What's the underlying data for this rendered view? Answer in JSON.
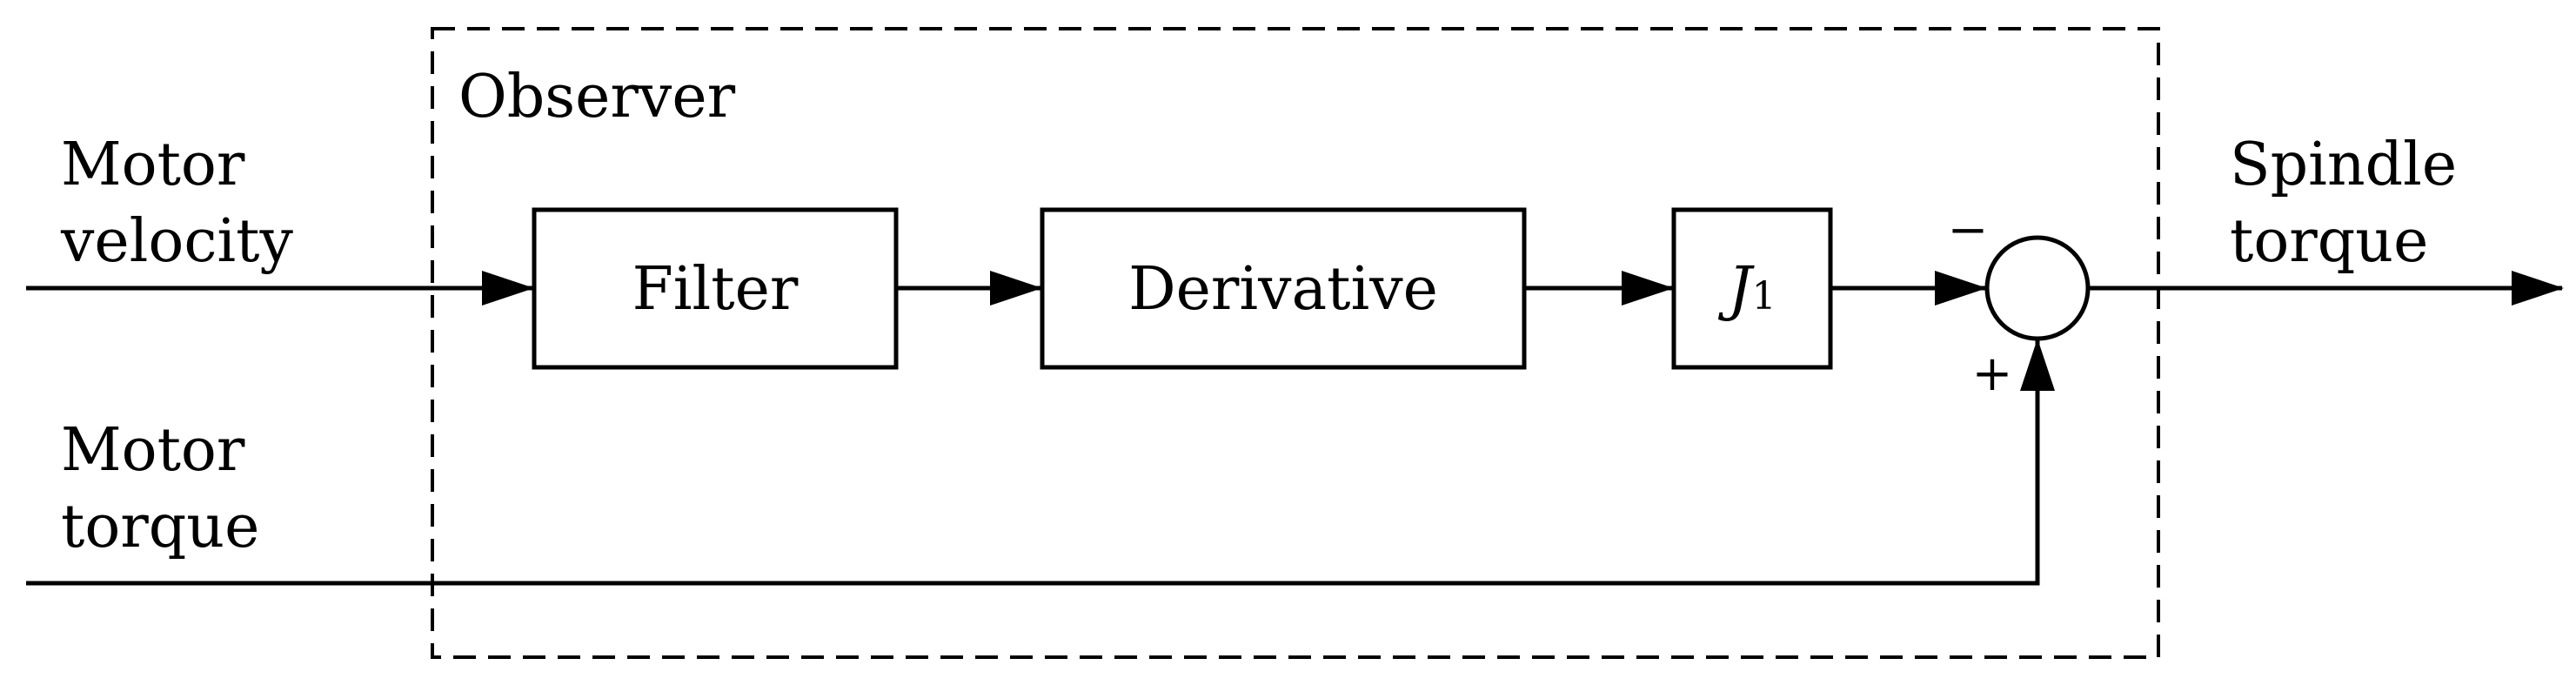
{
  "observer": {
    "title": "Observer"
  },
  "inputs": {
    "motor_velocity": [
      "Motor",
      "velocity"
    ],
    "motor_torque": [
      "Motor",
      "torque"
    ]
  },
  "output": {
    "spindle_torque": [
      "Spindle",
      "torque"
    ]
  },
  "blocks": {
    "filter": "Filter",
    "derivative": "Derivative",
    "inertia_symbol": "J",
    "inertia_subscript": "1"
  },
  "summing_junction": {
    "minus_sign": "−",
    "plus_sign": "+"
  }
}
